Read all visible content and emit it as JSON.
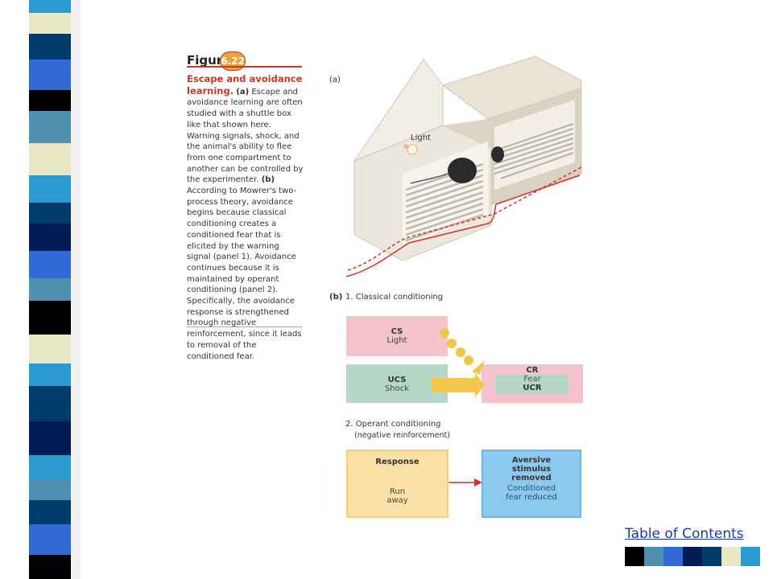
{
  "figure": {
    "label": "Figure",
    "number": "6.22",
    "caption_title": "Escape and avoidance learning.",
    "caption_a_tag": "(a)",
    "caption_a": "Escape and avoidance learning are often studied with a shuttle box like that shown here. Warning signals, shock, and the animal's ability to flee from one compartment to another can be controlled by the experimenter.",
    "caption_b_tag": "(b)",
    "caption_b": "According to Mowrer's two-process theory, avoidance begins because classical conditioning creates a conditioned fear that is elicited by the warning signal (panel 1). Avoidance continues because it is maintained by operant conditioning (panel 2). Specifically, the avoidance response is strengthened through negative reinforcement, since it leads to removal of the conditioned fear."
  },
  "panel_a": {
    "tag": "(a)",
    "light_label": "Light"
  },
  "panel_b": {
    "tag": "(b)",
    "classical": {
      "heading": "1. Classical conditioning",
      "cs_title": "CS",
      "cs_sub": "Light",
      "ucs_title": "UCS",
      "ucs_sub": "Shock",
      "cr_title": "CR",
      "cr_sub": "Fear",
      "ucr_title": "UCR"
    },
    "operant": {
      "heading": "2. Operant conditioning",
      "subheading": "(negative reinforcement)",
      "response_title": "Response",
      "response_sub_1": "Run",
      "response_sub_2": "away",
      "aversive_title_1": "Aversive",
      "aversive_title_2": "stimulus",
      "aversive_title_3": "removed",
      "aversive_sub_1": "Conditioned",
      "aversive_sub_2": "fear reduced"
    }
  },
  "nav": {
    "toc_link": "Table of Contents"
  },
  "colors": {
    "cs_box": "#f3c3cb",
    "ucs_box": "#b5d8c6",
    "response_box": "#fbe1a6",
    "aversive_box": "#8cc9ef",
    "arrow": "#f2c64a",
    "figure_accent": "#c0392b"
  }
}
